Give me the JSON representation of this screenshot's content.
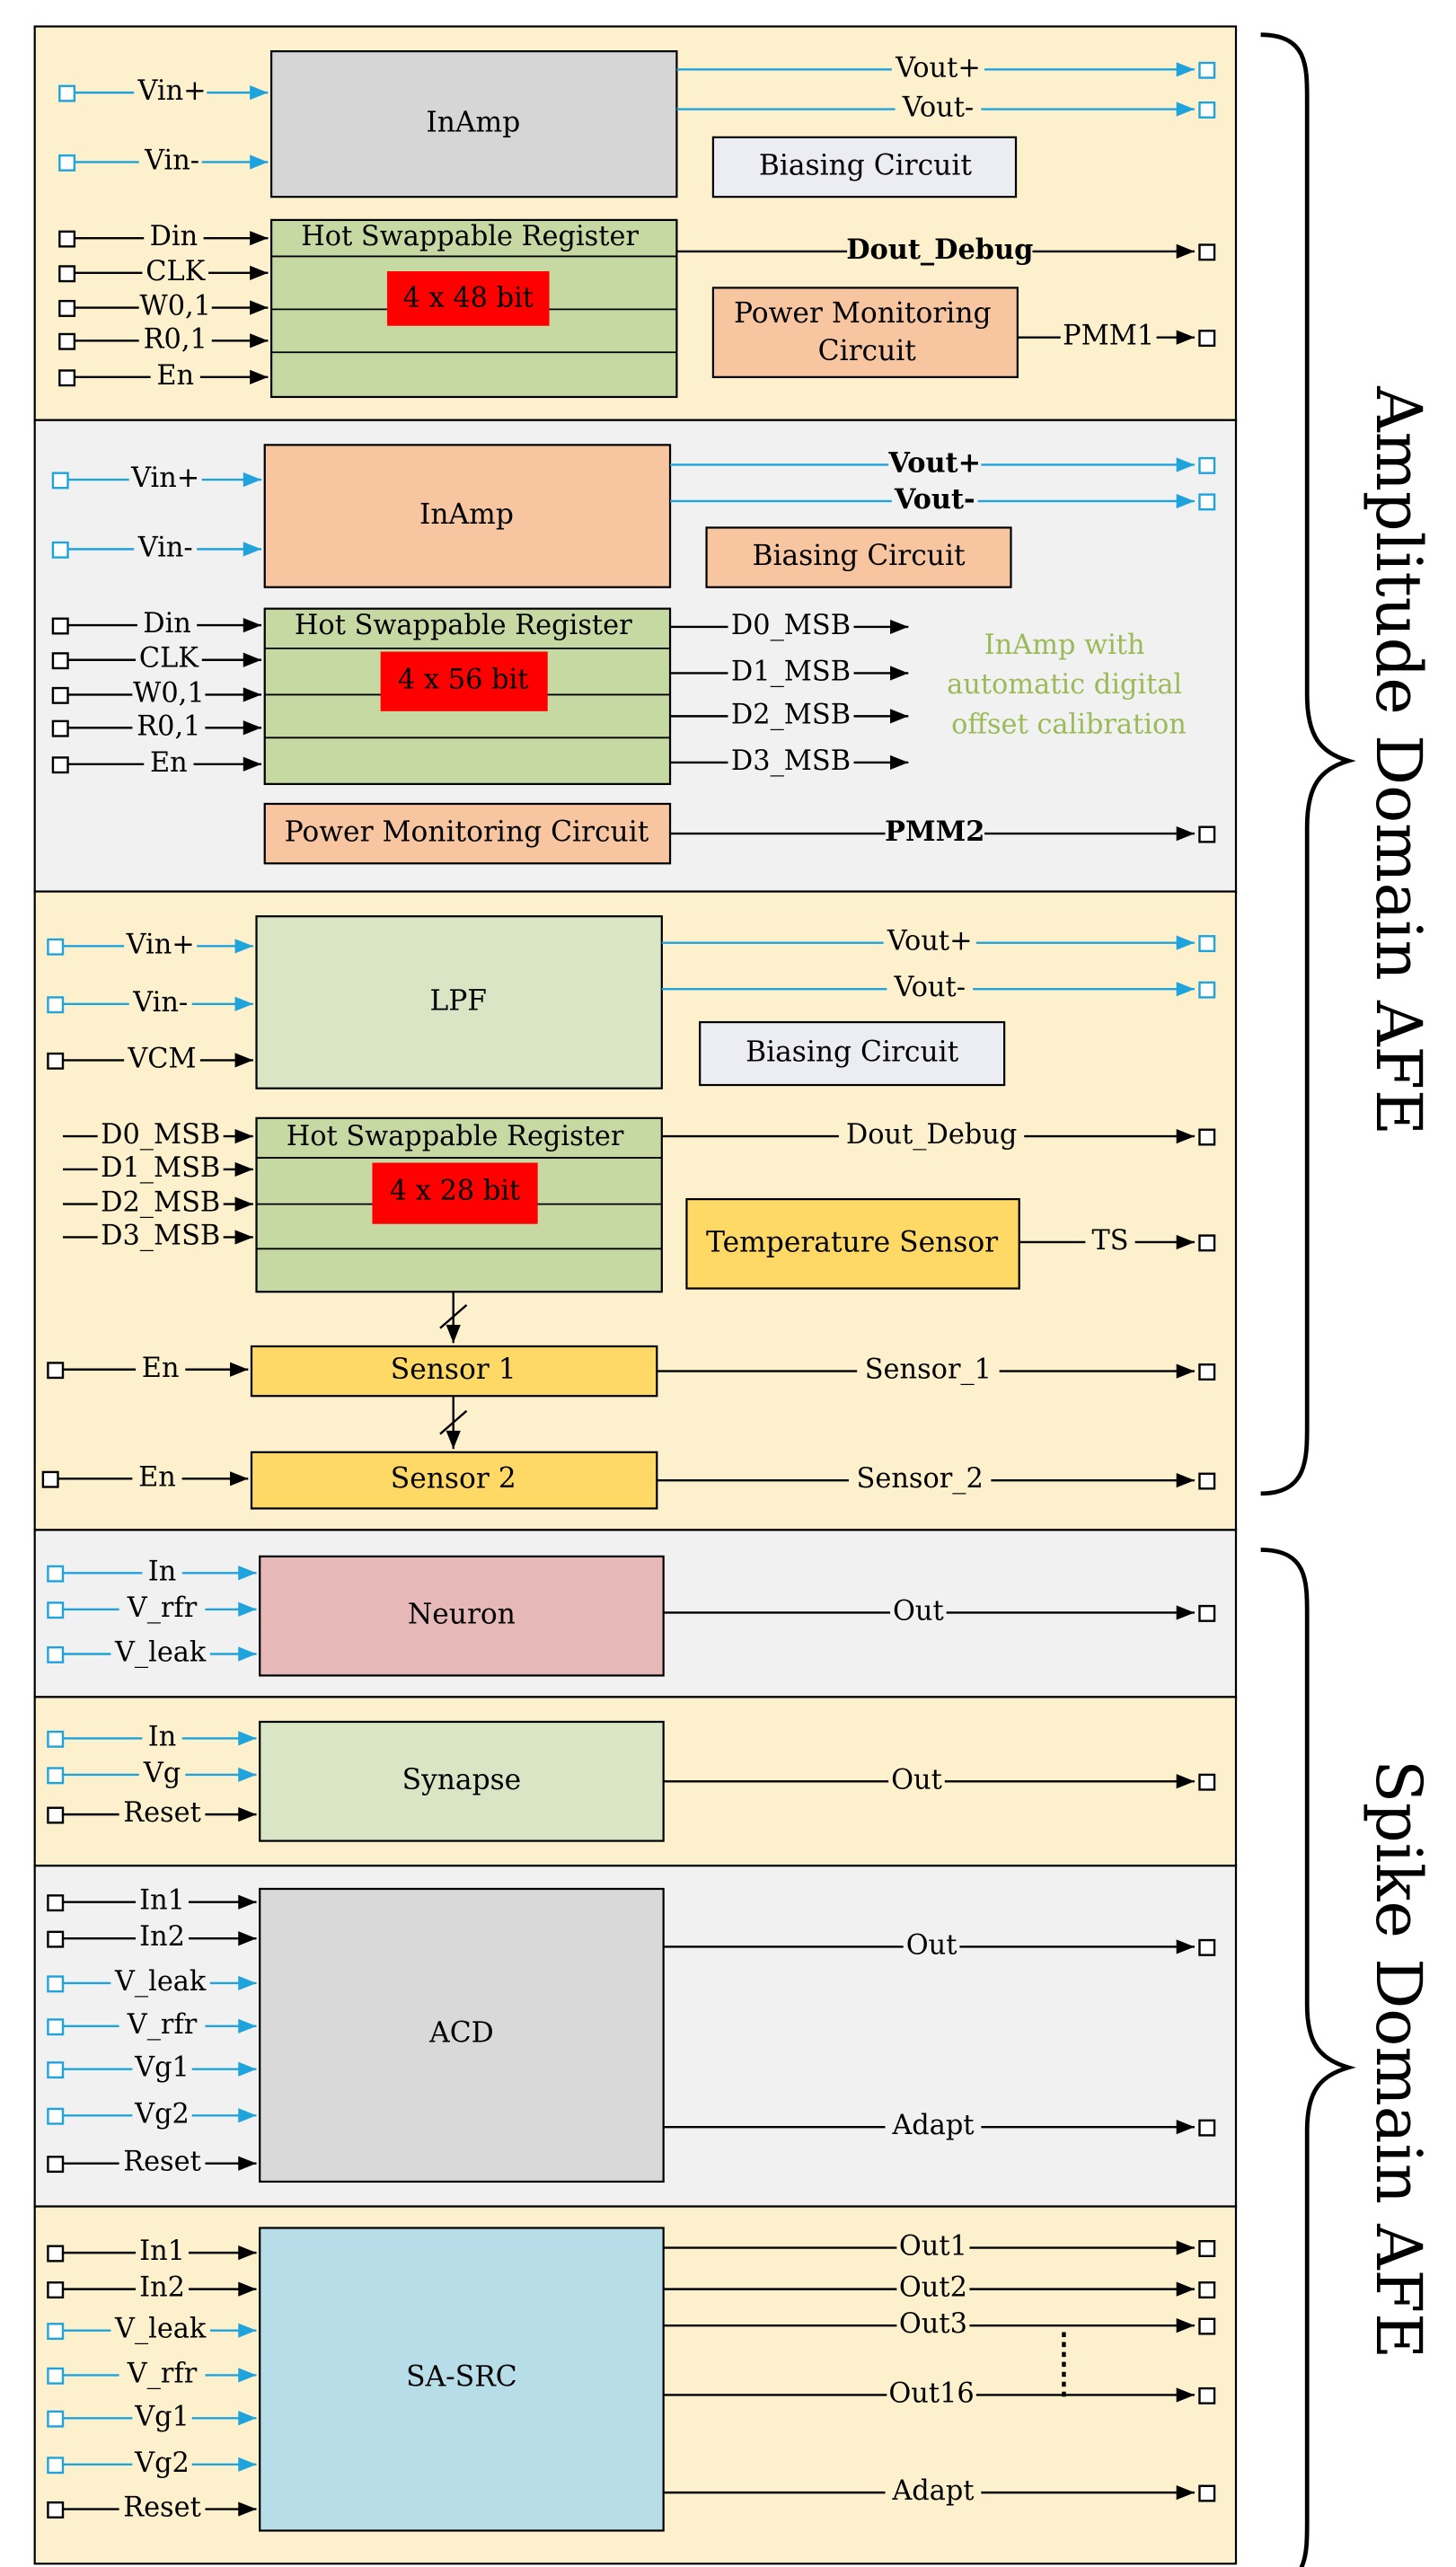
{
  "colors": {
    "yellow_panel": "#fdf0cc",
    "grey_panel": "#f1f1f1",
    "blue_signal": "#1fa3dd",
    "black_signal": "#000000",
    "inamp_grey": "#d6d6d6",
    "inamp_orange": "#f7c59f",
    "lpf_green": "#d9e5c5",
    "register_green": "#c6d9a3",
    "red_label": "#ff0000",
    "biasing_lavender": "#ececf3",
    "sensor_yellow": "#ffd966",
    "neuron_pink": "#e6b8b7",
    "acd_grey": "#d9d9d9",
    "sasrc_blue": "#b7dde8",
    "annotation_green": "#9bbb59"
  },
  "domains": {
    "amplitude": "Amplitude Domain AFE",
    "spike": "Spike Domain AFE"
  },
  "blocks": [
    {
      "id": "b1",
      "main": "InAmp",
      "biasing": "Biasing Circuit",
      "register": "Hot Swappable Register",
      "register_size": "4 x 48 bit",
      "power_monitor": "Power Monitoring Circuit",
      "inputs": [
        "Vin+",
        "Vin-",
        "Din",
        "CLK",
        "W0,1",
        "R0,1",
        "En"
      ],
      "outputs": [
        "Vout+",
        "Vout-",
        "Dout_Debug",
        "PMM1"
      ]
    },
    {
      "id": "b2",
      "main": "InAmp",
      "biasing": "Biasing Circuit",
      "register": "Hot Swappable Register",
      "register_size": "4 x 56 bit",
      "power_monitor": "Power Monitoring Circuit",
      "note": "InAmp with automatic digital offset calibration",
      "inputs": [
        "Vin+",
        "Vin-",
        "Din",
        "CLK",
        "W0,1",
        "R0,1",
        "En"
      ],
      "outputs": [
        "Vout+",
        "Vout-",
        "D0_MSB",
        "D1_MSB",
        "D2_MSB",
        "D3_MSB",
        "PMM2"
      ]
    },
    {
      "id": "b3",
      "main": "LPF",
      "biasing": "Biasing Circuit",
      "register": "Hot Swappable Register",
      "register_size": "4 x 28 bit",
      "temp_sensor": "Temperature Sensor",
      "sensor1": "Sensor 1",
      "sensor2": "Sensor 2",
      "inputs": [
        "Vin+",
        "Vin-",
        "VCM",
        "D0_MSB",
        "D1_MSB",
        "D2_MSB",
        "D3_MSB",
        "En",
        "En"
      ],
      "outputs": [
        "Vout+",
        "Vout-",
        "Dout_Debug",
        "TS",
        "Sensor_1",
        "Sensor_2"
      ]
    },
    {
      "id": "b4",
      "main": "Neuron",
      "inputs": [
        "In",
        "V_rfr",
        "V_leak"
      ],
      "outputs": [
        "Out"
      ]
    },
    {
      "id": "b5",
      "main": "Synapse",
      "inputs": [
        "In",
        "Vg",
        "Reset"
      ],
      "outputs": [
        "Out"
      ]
    },
    {
      "id": "b6",
      "main": "ACD",
      "inputs": [
        "In1",
        "In2",
        "V_leak",
        "V_rfr",
        "Vg1",
        "Vg2",
        "Reset"
      ],
      "outputs": [
        "Out",
        "Adapt"
      ]
    },
    {
      "id": "b7",
      "main": "SA-SRC",
      "inputs": [
        "In1",
        "In2",
        "V_leak",
        "V_rfr",
        "Vg1",
        "Vg2",
        "Reset"
      ],
      "outputs": [
        "Out1",
        "Out2",
        "Out3",
        "Out16",
        "Adapt"
      ]
    }
  ]
}
